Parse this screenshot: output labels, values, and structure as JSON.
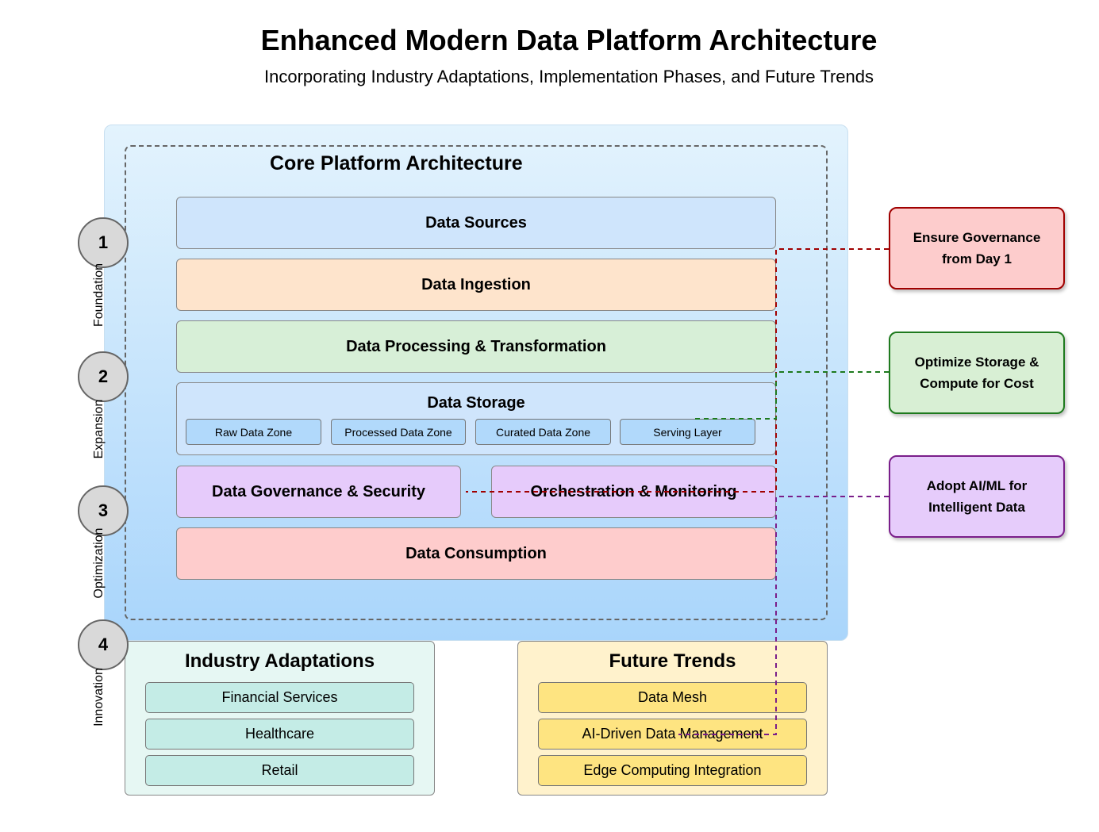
{
  "header": {
    "title": "Enhanced Modern Data Platform Architecture",
    "subtitle": "Incorporating Industry Adaptations, Implementation Phases, and Future Trends"
  },
  "core": {
    "title": "Core Platform Architecture",
    "layers": {
      "sources": "Data Sources",
      "ingestion": "Data Ingestion",
      "processing": "Data Processing & Transformation",
      "storage": "Data Storage",
      "governance": "Data Governance & Security",
      "orchestration": "Orchestration & Monitoring",
      "consumption": "Data Consumption"
    },
    "storage_zones": [
      "Raw Data Zone",
      "Processed Data Zone",
      "Curated Data Zone",
      "Serving Layer"
    ]
  },
  "phases": [
    {
      "number": "1",
      "label": "Foundation"
    },
    {
      "number": "2",
      "label": "Expansion"
    },
    {
      "number": "3",
      "label": "Optimization"
    },
    {
      "number": "4",
      "label": "Innovation"
    }
  ],
  "callouts": {
    "governance": {
      "line1": "Ensure Governance",
      "line2": "from Day 1",
      "color": "#a00000",
      "fill": "#fdcccc"
    },
    "cost": {
      "line1": "Optimize Storage &",
      "line2": "Compute for Cost",
      "color": "#1e7a1e",
      "fill": "#d8efd4"
    },
    "aiml": {
      "line1": "Adopt AI/ML for",
      "line2": "Intelligent Data",
      "color": "#7a1e8a",
      "fill": "#e6ccfb"
    }
  },
  "industry": {
    "title": "Industry Adaptations",
    "items": [
      "Financial Services",
      "Healthcare",
      "Retail"
    ]
  },
  "trends": {
    "title": "Future Trends",
    "items": [
      "Data Mesh",
      "AI-Driven Data Management",
      "Edge Computing Integration"
    ]
  },
  "colors": {
    "sources": "#cfe5fc",
    "ingestion": "#fee4cc",
    "processing": "#d7efd7",
    "storage": "#cfe5fc",
    "purple": "#e6cbfb",
    "consumption": "#fecccc",
    "industry_bg": "#e6f7f3",
    "industry_item": "#c4ece6",
    "trends_bg": "#fff2cc",
    "trends_item": "#fee481"
  }
}
